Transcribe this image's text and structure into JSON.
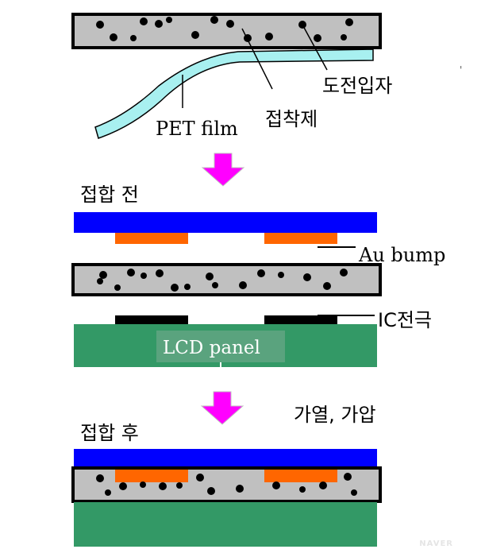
{
  "labels": {
    "conductive_particles": "도전입자",
    "adhesive": "접착제",
    "pet_film": "PET film",
    "before_bonding": "접합 전",
    "au_bump": "Au bump",
    "ic_electrode": "IC전극",
    "lcd_panel": "LCD panel",
    "heat_pressure": "가열, 가압",
    "after_bonding": "접합 후"
  },
  "watermark": "NAVER",
  "colors": {
    "film_gray": "#c0c0c0",
    "particle_black": "#000000",
    "pet_cyan": "#a8f0f0",
    "arrow_magenta": "#ff00ff",
    "ic_blue": "#0000ff",
    "bump_orange": "#ff6600",
    "electrode_black": "#000000",
    "panel_green": "#339966",
    "label_box_green": "#5aa37e"
  }
}
